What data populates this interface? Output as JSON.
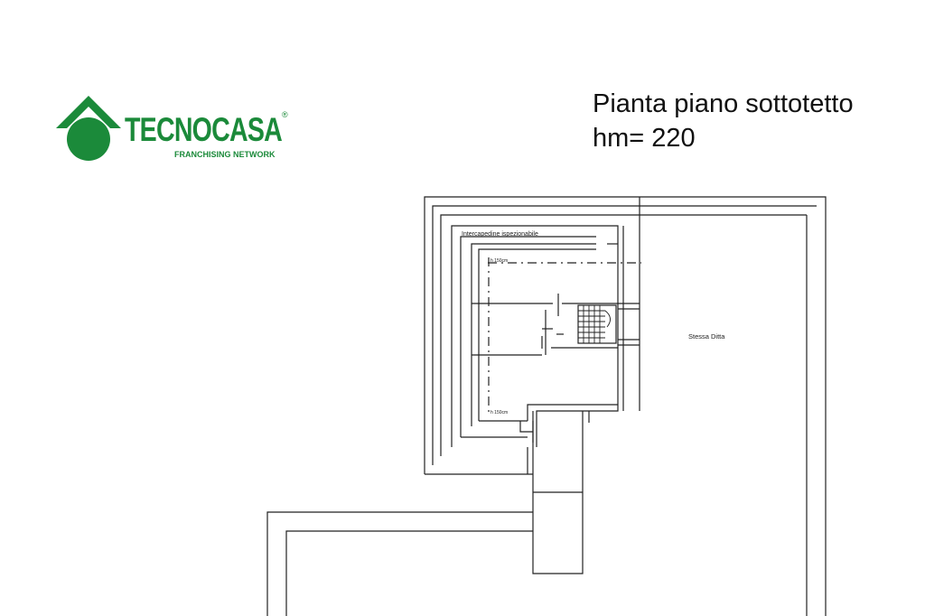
{
  "brand": {
    "name": "TECNOCASA",
    "tagline": "FRANCHISING NETWORK",
    "registered_mark": "®",
    "color": "#1b8a3a"
  },
  "header": {
    "title": "Pianta piano sottotetto",
    "height_note": "hm= 220"
  },
  "plan": {
    "labels": {
      "cavity": "Intercapedine ispezionabile",
      "neighbor": "Stessa Ditta",
      "height_top": "h 150cm",
      "height_bottom": "h 150cm"
    },
    "line_color": "#222222"
  }
}
